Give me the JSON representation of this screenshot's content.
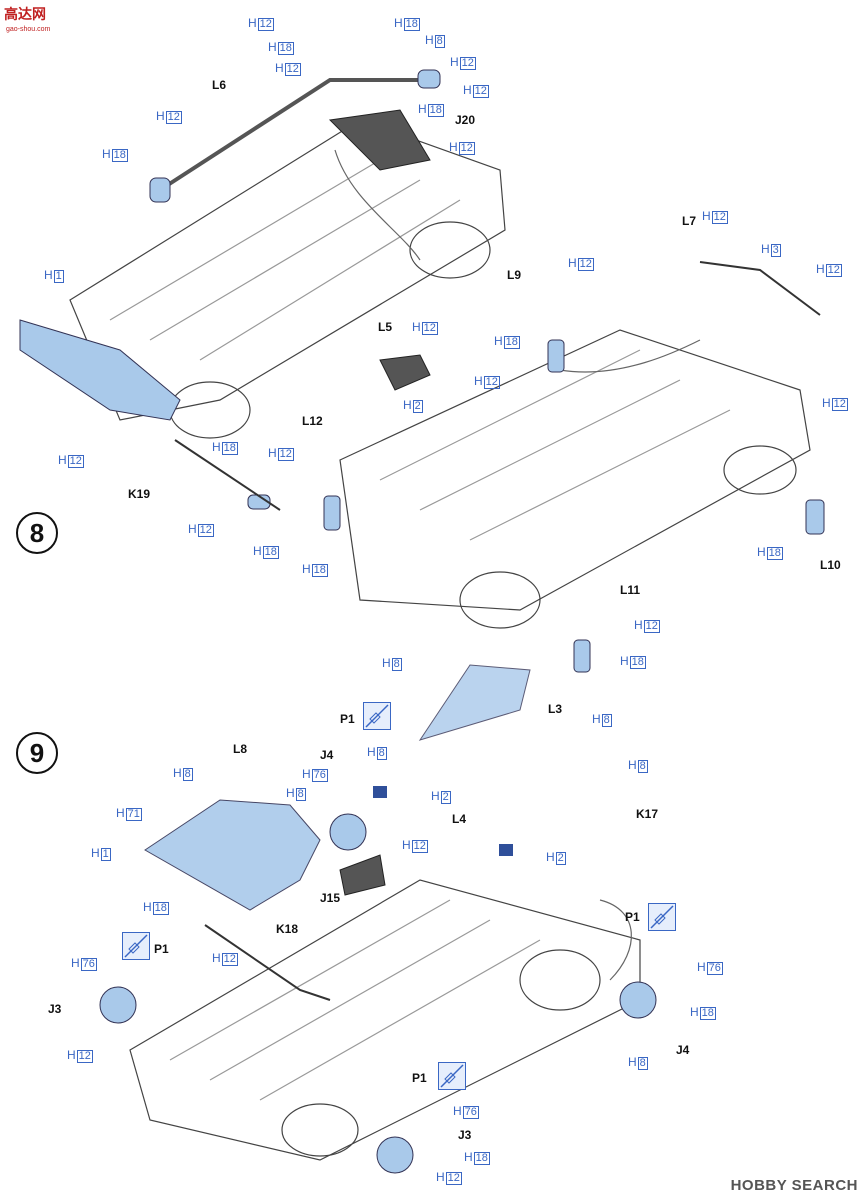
{
  "logo": {
    "site_name": "高达网",
    "url": "gao-shou.com"
  },
  "watermark": "HOBBY SEARCH",
  "steps": {
    "step8": "8",
    "step9": "9"
  },
  "part_labels": {
    "L6": "L6",
    "J20": "J20",
    "L7": "L7",
    "L9": "L9",
    "L5": "L5",
    "L12": "L12",
    "K19": "K19",
    "L10": "L10",
    "L11": "L11",
    "L3": "L3",
    "P1": "P1",
    "J4": "J4",
    "L8": "L8",
    "L4": "L4",
    "K17": "K17",
    "J15": "J15",
    "K18": "K18",
    "J3": "J3"
  },
  "color_codes": {
    "H1": {
      "prefix": "H",
      "num": "1"
    },
    "H2": {
      "prefix": "H",
      "num": "2"
    },
    "H3": {
      "prefix": "H",
      "num": "3"
    },
    "H8": {
      "prefix": "H",
      "num": "8"
    },
    "H12": {
      "prefix": "H",
      "num": "12"
    },
    "H18": {
      "prefix": "H",
      "num": "18"
    },
    "H71": {
      "prefix": "H",
      "num": "71"
    },
    "H76": {
      "prefix": "H",
      "num": "76"
    }
  },
  "colors": {
    "paint_label": "#3a67c4",
    "part_fill_blue": "#a9c9ea",
    "ink": "#111111",
    "chassis_line": "#444444"
  }
}
